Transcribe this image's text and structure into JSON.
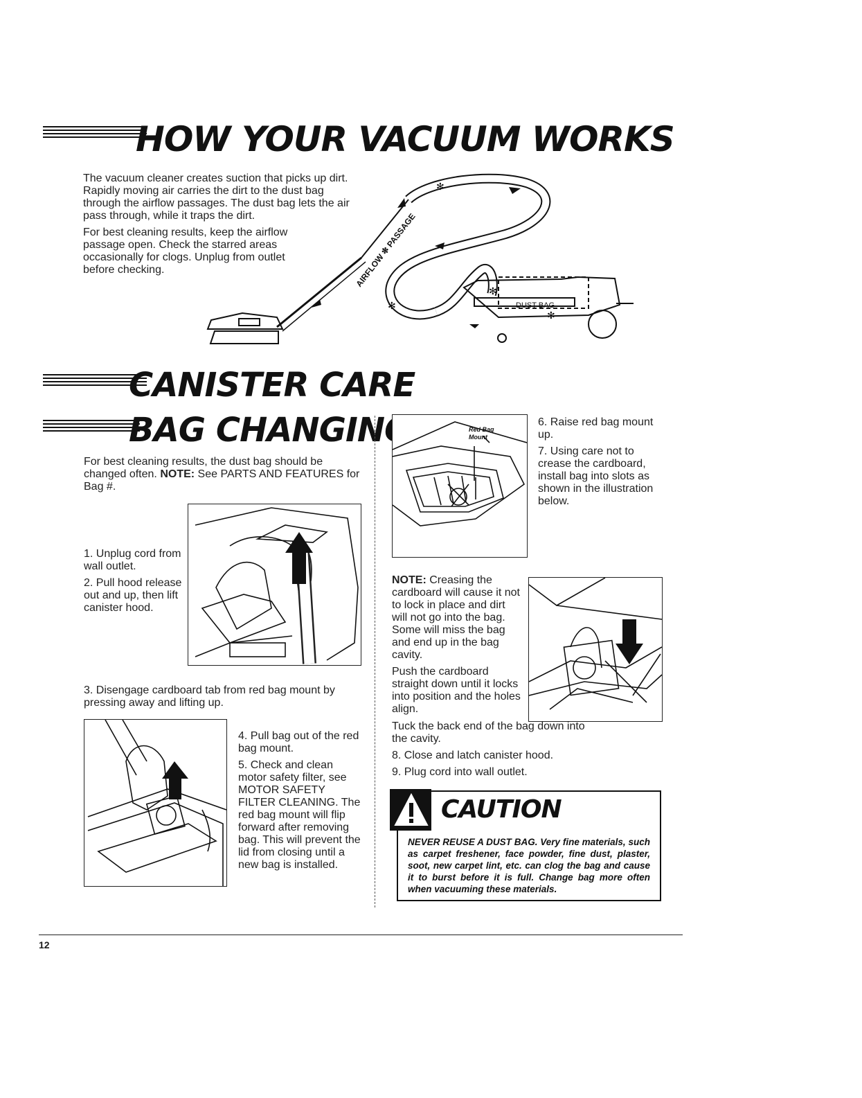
{
  "section1": {
    "title": "HOW YOUR VACUUM WORKS",
    "para1": "The vacuum cleaner creates suction that picks up dirt. Rapidly moving air carries the dirt to the dust bag through the airflow passages. The dust bag lets the air pass through, while it traps the dirt.",
    "para2": "For best cleaning results, keep the airflow passage open. Check the starred areas occasionally for clogs. Unplug from outlet before checking.",
    "diagram": {
      "airflow_label": "AIRFLOW ✻ PASSAGE",
      "dust_bag_label": "DUST BAG"
    }
  },
  "section2": {
    "title": "CANISTER CARE"
  },
  "section3": {
    "title": "BAG CHANGING",
    "intro_a": "For best cleaning results, the dust bag should be changed often. ",
    "intro_note": "NOTE:",
    "intro_b": " See PARTS AND FEATURES for Bag #.",
    "step1": "1. Unplug cord from wall outlet.",
    "step2": "2. Pull hood release out and up, then lift canister hood.",
    "step3": "3. Disengage cardboard tab from red bag mount by pressing away and lifting up.",
    "step4": "4. Pull bag out of the red bag mount.",
    "step5": "5. Check and clean motor safety filter, see MOTOR SAFETY FILTER CLEANING. The red bag mount will flip forward after removing bag. This will prevent the lid from closing until a new bag is installed.",
    "fig_label": "Red Bag Mount",
    "step6": "6. Raise red bag mount up.",
    "step7": "7. Using care not to crease the cardboard, install bag into slots as shown in the illustration below.",
    "note_label": "NOTE:",
    "note_text": " Creasing the cardboard will cause it not to lock in place and dirt will not go into the bag. Some will miss the bag and end up in the bag cavity.",
    "push_text": "Push the cardboard straight down until it locks into position and the holes align.",
    "tuck_text": "Tuck the back end of the bag down into the cavity.",
    "step8": "8. Close and latch canister hood.",
    "step9": "9. Plug cord into wall outlet."
  },
  "caution": {
    "title": "CAUTION",
    "lead": "NEVER REUSE A DUST BAG.",
    "text": " Very fine materials, such as carpet freshener, face powder, fine dust, plaster, soot, new carpet lint, etc. can clog the bag and cause it to burst before it is full. Change bag more often when vacuuming these materials."
  },
  "page_number": "12"
}
